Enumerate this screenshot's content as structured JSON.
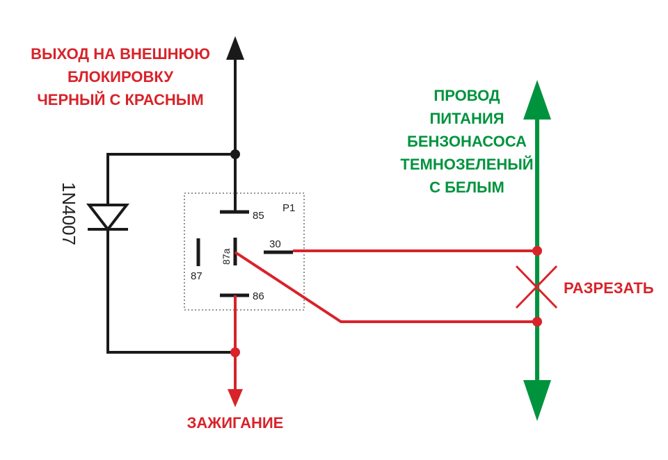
{
  "labels": {
    "lock_output": [
      "ВЫХОД НА ВНЕШНЮЮ",
      "БЛОКИРОВКУ",
      "ЧЕРНЫЙ С КРАСНЫМ"
    ],
    "fuel_pump_wire": [
      "ПРОВОД",
      "ПИТАНИЯ",
      "БЕНЗОНАСОСА",
      "ТЕМНОЗЕЛЕНЫЙ",
      "С БЕЛЫМ"
    ],
    "cut": "РАЗРЕЗАТЬ",
    "ignition": "ЗАЖИГАНИЕ",
    "diode": "1N4007",
    "relay": "P1",
    "pins": {
      "p85": "85",
      "p86": "86",
      "p87": "87",
      "p87a": "87a",
      "p30": "30"
    }
  },
  "colors": {
    "black_wire": "#1a1a1a",
    "red_wire": "#d8232a",
    "green_wire": "#00933e",
    "relay_outline": "#555555"
  }
}
